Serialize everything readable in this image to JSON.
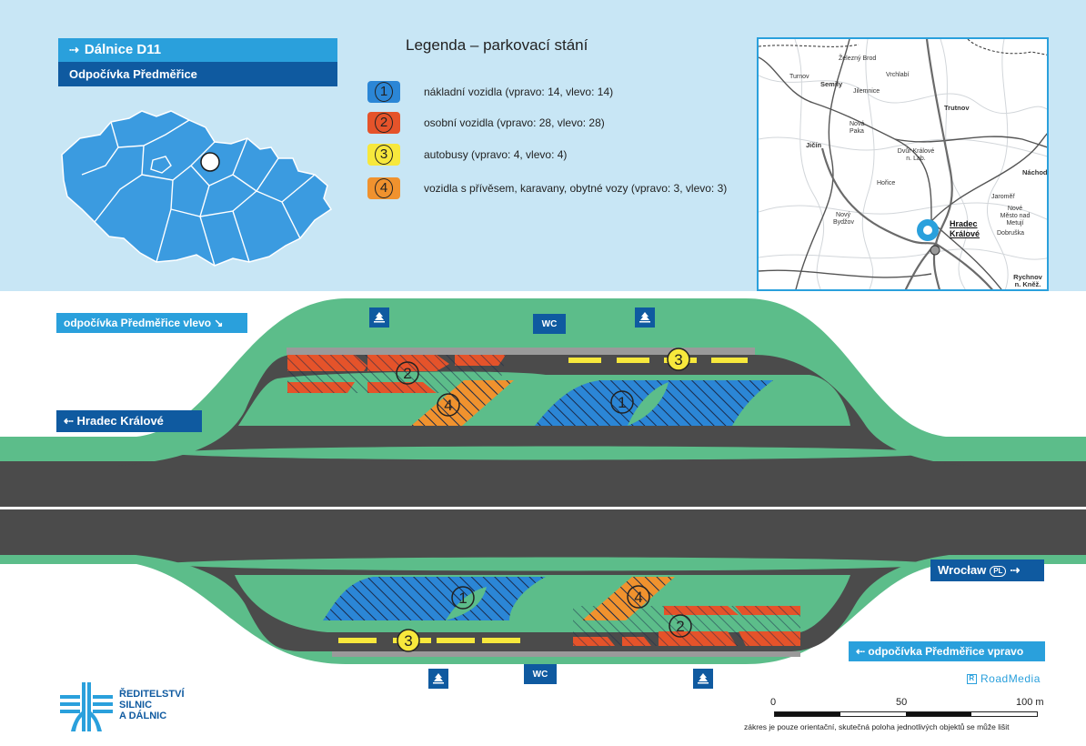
{
  "header": {
    "motorway": "Dálnice D11",
    "rest_area": "Odpočívka Předměřice"
  },
  "legend": {
    "title": "Legenda – parkovací stání",
    "items": [
      {
        "num": "1",
        "text": "nákladní vozidla (vpravo: 14, vlevo: 14)",
        "color": "#2b86d6"
      },
      {
        "num": "2",
        "text": "osobní vozidla (vpravo: 28, vlevo: 28)",
        "color": "#e5532a"
      },
      {
        "num": "3",
        "text": "autobusy (vpravo: 4, vlevo: 4)",
        "color": "#f7e83c"
      },
      {
        "num": "4",
        "text": "vozidla s přívěsem, karavany, obytné vozy (vpravo: 3, vlevo: 3)",
        "color": "#f0922e"
      }
    ]
  },
  "region_map": {
    "towns": [
      "Železný Brod",
      "Turnov",
      "Semily",
      "Vrchlabí",
      "Jilemnice",
      "Trutnov",
      "Nová Paka",
      "Jičín",
      "Dvůr Králové n. Lab.",
      "Náchod",
      "Hořice",
      "Jaroměř",
      "Nový Bydžov",
      "Nové Město nad Metují",
      "Dobruška",
      "Rychnov n. Kněž."
    ],
    "highlight": "Hradec Králové"
  },
  "signs": {
    "left_rest": "odpočívka Předměřice vlevo",
    "to_hk": "Hradec Králové",
    "to_wroclaw": "Wrocław",
    "country_code": "PL",
    "right_rest": "odpočívka Předměřice vpravo"
  },
  "services": {
    "wc": "WC"
  },
  "plan_labels": {
    "trucks": "1",
    "cars": "2",
    "buses": "3",
    "caravans": "4"
  },
  "colors": {
    "green": "#5cbd8a",
    "asphalt": "#4b4b4b",
    "light_blue": "#2aa0dc",
    "dark_blue": "#0f5aa0",
    "map_blue": "#3b9be0"
  },
  "logo": {
    "line1": "ŘEDITELSTVÍ",
    "line2": "SILNIC",
    "line3": "A DÁLNIC"
  },
  "credit": "RoadMedia",
  "scale": {
    "labels": [
      "0",
      "50",
      "100 m"
    ]
  },
  "note": "zákres je pouze orientační, skutečná poloha jednotlivých objektů se může lišit"
}
